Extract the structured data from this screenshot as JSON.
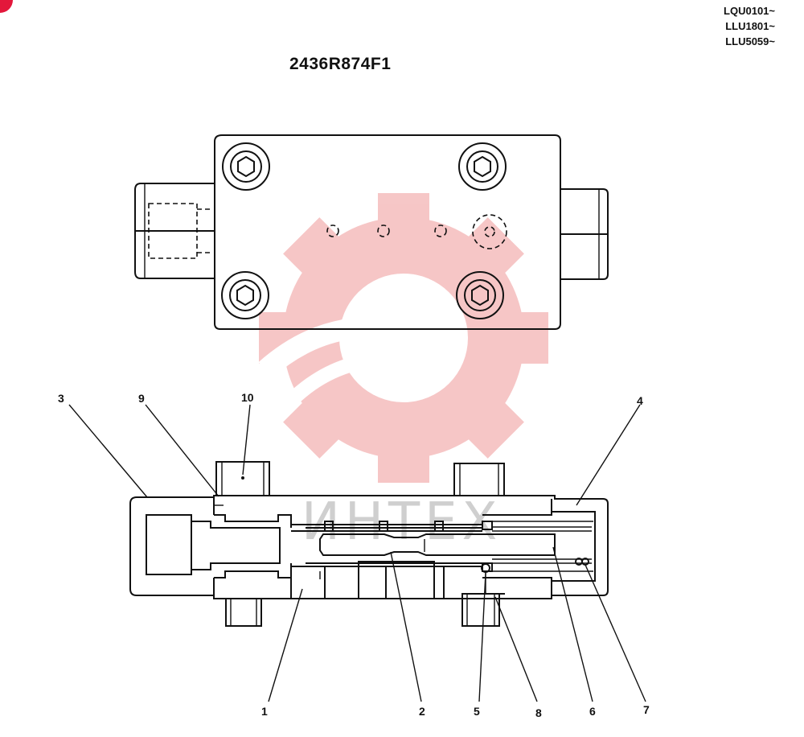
{
  "serials": [
    "LQU0101~",
    "LLU1801~",
    "LLU5059~"
  ],
  "part_number": "2436R874F1",
  "watermark_text": "ИНТЕХ",
  "callouts": [
    "1",
    "2",
    "3",
    "4",
    "5",
    "6",
    "7",
    "8",
    "9",
    "10"
  ],
  "colors": {
    "ink": "#111111",
    "watermark": "#f3b8b8",
    "logo": "#e3173b"
  }
}
